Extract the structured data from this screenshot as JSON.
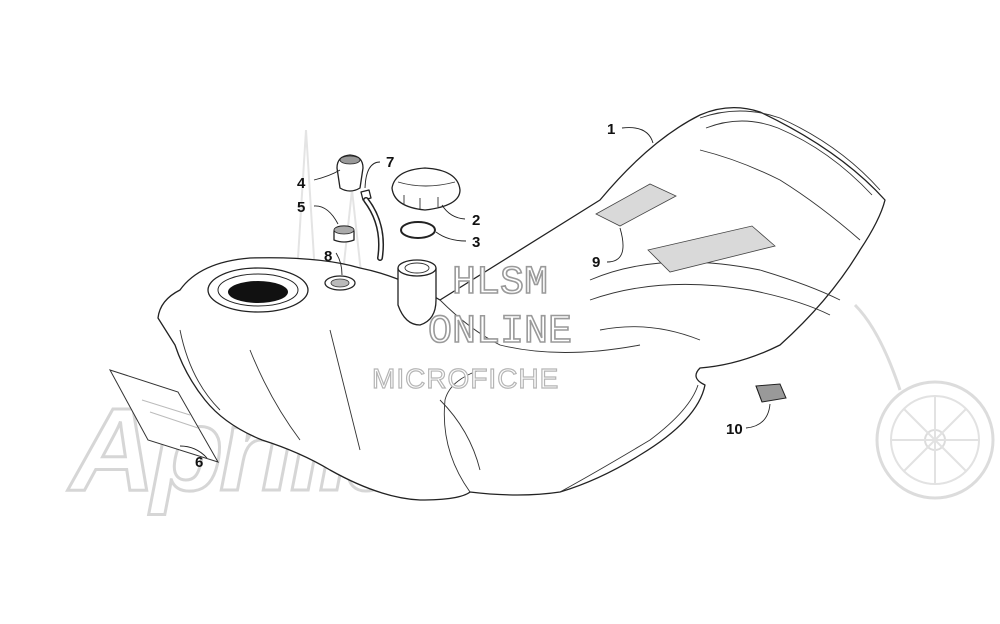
{
  "diagram": {
    "watermark": {
      "line1": "HLSM",
      "line2": "ONLINE",
      "line3": "MICROFICHE"
    },
    "background_logo": "Aprilia",
    "callouts": [
      {
        "id": "1",
        "label": "1"
      },
      {
        "id": "2",
        "label": "2"
      },
      {
        "id": "3",
        "label": "3"
      },
      {
        "id": "4",
        "label": "4"
      },
      {
        "id": "5",
        "label": "5"
      },
      {
        "id": "6",
        "label": "6"
      },
      {
        "id": "7",
        "label": "7"
      },
      {
        "id": "8",
        "label": "8"
      },
      {
        "id": "9",
        "label": "9"
      },
      {
        "id": "10",
        "label": "10"
      }
    ]
  }
}
